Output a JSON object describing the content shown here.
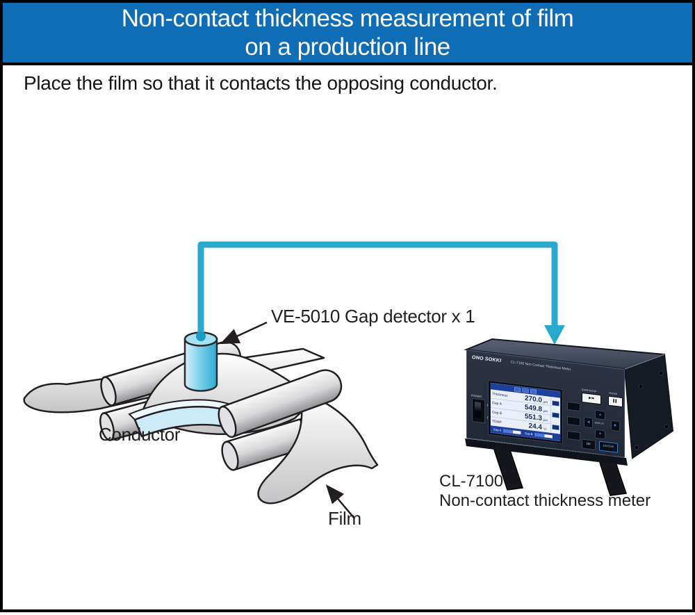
{
  "banner": {
    "line1": "Non-contact thickness measurement of film",
    "line2": "on a production line"
  },
  "instruction": "Place the film so that it contacts the opposing conductor.",
  "diagram_labels": {
    "detector": "VE-5010 Gap detector x 1",
    "conductor": "Conductor",
    "film": "Film"
  },
  "device": {
    "brand": "ONO SOKKI",
    "model_header": "CL-7100 Non Contact Thickness Meter",
    "power": {
      "label": "POWER",
      "on_mark": "I",
      "off_mark": "0"
    },
    "screen": {
      "rows": [
        {
          "label": "Thickness",
          "value": "270.0",
          "unit": "μm"
        },
        {
          "label": "Gap A",
          "value": "549.8",
          "unit": "μm"
        },
        {
          "label": "Gap B",
          "value": "551.3",
          "unit": "μm"
        },
        {
          "label": "TEMP",
          "value": "24.4",
          "unit": "°C"
        }
      ],
      "meters": [
        {
          "label": "Gap A"
        },
        {
          "label": "Gap B"
        }
      ]
    },
    "controls": {
      "start_stop_label": "START/STOP",
      "start_stop_glyph": "▶/■",
      "pause_label": "PAUSE",
      "pause_glyph": "▌▌",
      "display_label": "DISPLAY",
      "up_glyph": "▲",
      "down_glyph": "▼",
      "left_glyph": "◀",
      "right_glyph": "▶",
      "ok_label": "OK",
      "enter_label": "ENTER"
    },
    "caption_line1": "CL-7100",
    "caption_line2": "Non-contact thickness meter"
  },
  "colors": {
    "banner_blue": "#0f6db6",
    "cable_cyan": "#2aa9ce",
    "conductor_blue": "#cdeaf7",
    "screen_bar_blue": "#1d3f9e"
  }
}
